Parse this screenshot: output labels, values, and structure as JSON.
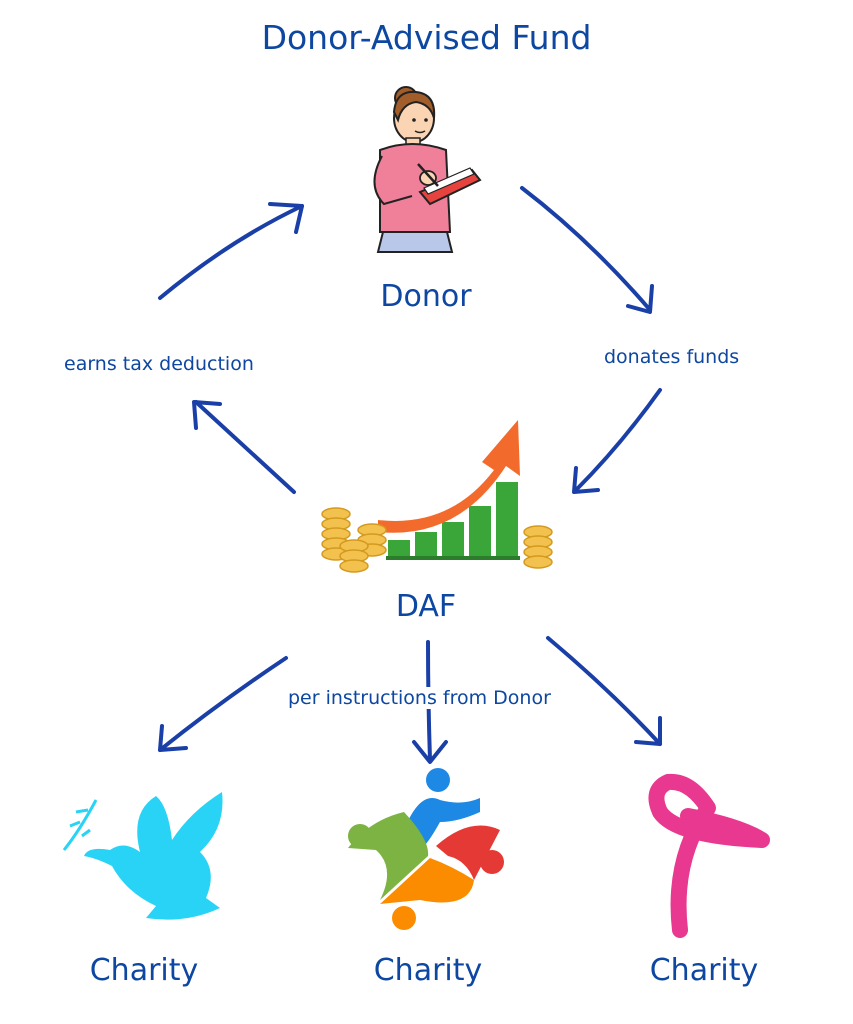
{
  "title": "Donor-Advised Fund",
  "nodes": {
    "donor": "Donor",
    "daf": "DAF",
    "charity_1": "Charity",
    "charity_2": "Charity",
    "charity_3": "Charity"
  },
  "edges": {
    "donates": "donates funds",
    "tax": "earns tax deduction",
    "instructions": "per instructions from Donor"
  },
  "icons": [
    "woman-writing-notebook-icon",
    "growth-chart-coins-icon",
    "dove-olive-branch-icon",
    "people-circle-icon",
    "awareness-ribbon-icon"
  ],
  "colors": {
    "text": "#0d47a1",
    "arrow": "#1a3fa6",
    "dove": "#29d3f5",
    "ribbon": "#e8388f",
    "chart_green": "#3aa63a",
    "chart_arrow": "#f36b2c",
    "coins": "#f2c14e"
  }
}
